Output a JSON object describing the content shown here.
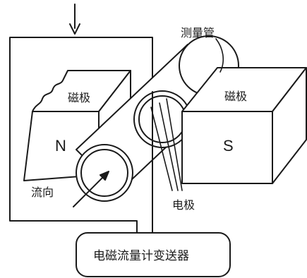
{
  "labels": {
    "measuring_tube": "测量管",
    "magnetic_pole": "磁极",
    "north": "N",
    "south": "S",
    "flow_direction": "流向",
    "electrode": "电极",
    "transmitter": "电磁流量计变送器"
  }
}
